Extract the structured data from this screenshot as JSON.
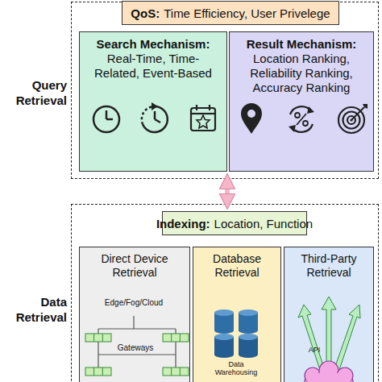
{
  "diagram": {
    "nodes": [
      {
        "text": [
          "Query Retrieval"
        ]
      },
      {
        "text": [
          "QoS:",
          "Time Efficiency, User Privelege"
        ],
        "in": 0
      },
      {
        "text": [
          "Search Mechanism:",
          "Real-Time, Time-Related, Event-Based"
        ],
        "in": 0
      },
      {
        "text": [
          "Result Mechanism:",
          "Location Ranking, Reliability Ranking, Accuracy Ranking"
        ],
        "in": 0
      },
      {
        "text": [
          "Data Retrieval"
        ]
      },
      {
        "text": [
          "Indexing:",
          "Location, Function"
        ],
        "in": 4
      },
      {
        "text": [
          "Direct Device Retrieval"
        ],
        "in": 4
      },
      {
        "text": [
          "Database Retrieval"
        ],
        "in": 4
      },
      {
        "text": [
          "Third-Party Retrieval"
        ],
        "in": 4
      }
    ],
    "edges": [
      {
        "from": 0,
        "to": 4,
        "arrow": "both"
      }
    ],
    "labels": [
      "Edge/Fog/Cloud",
      "Gateways",
      "Data Warehousing",
      "API"
    ]
  }
}
